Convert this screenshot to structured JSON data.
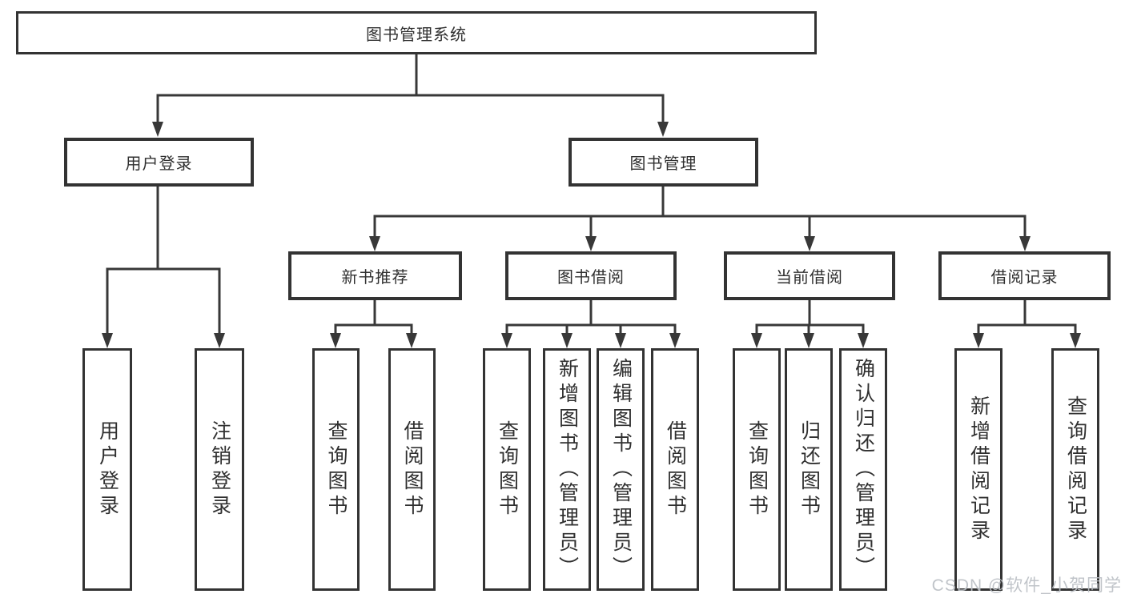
{
  "diagram": {
    "root": "图书管理系统",
    "branches": [
      {
        "label": "用户登录",
        "children": [
          "用户登录",
          "注销登录"
        ]
      },
      {
        "label": "图书管理",
        "sections": [
          {
            "label": "新书推荐",
            "children": [
              "查询图书",
              "借阅图书"
            ]
          },
          {
            "label": "图书借阅",
            "children": [
              "查询图书",
              "新增图书（管理员）",
              "编辑图书（管理员）",
              "借阅图书"
            ]
          },
          {
            "label": "当前借阅",
            "children": [
              "查询图书",
              "归还图书",
              "确认归还（管理员）"
            ]
          },
          {
            "label": "借阅记录",
            "children": [
              "新增借阅记录",
              "查询借阅记录"
            ]
          }
        ]
      }
    ],
    "watermark": "CSDN @软件_小贺同学",
    "colors": {
      "line": "#383838",
      "box_border": "#333333",
      "text": "#303030",
      "watermark": "#bbbfc4",
      "background": "#ffffff"
    }
  }
}
